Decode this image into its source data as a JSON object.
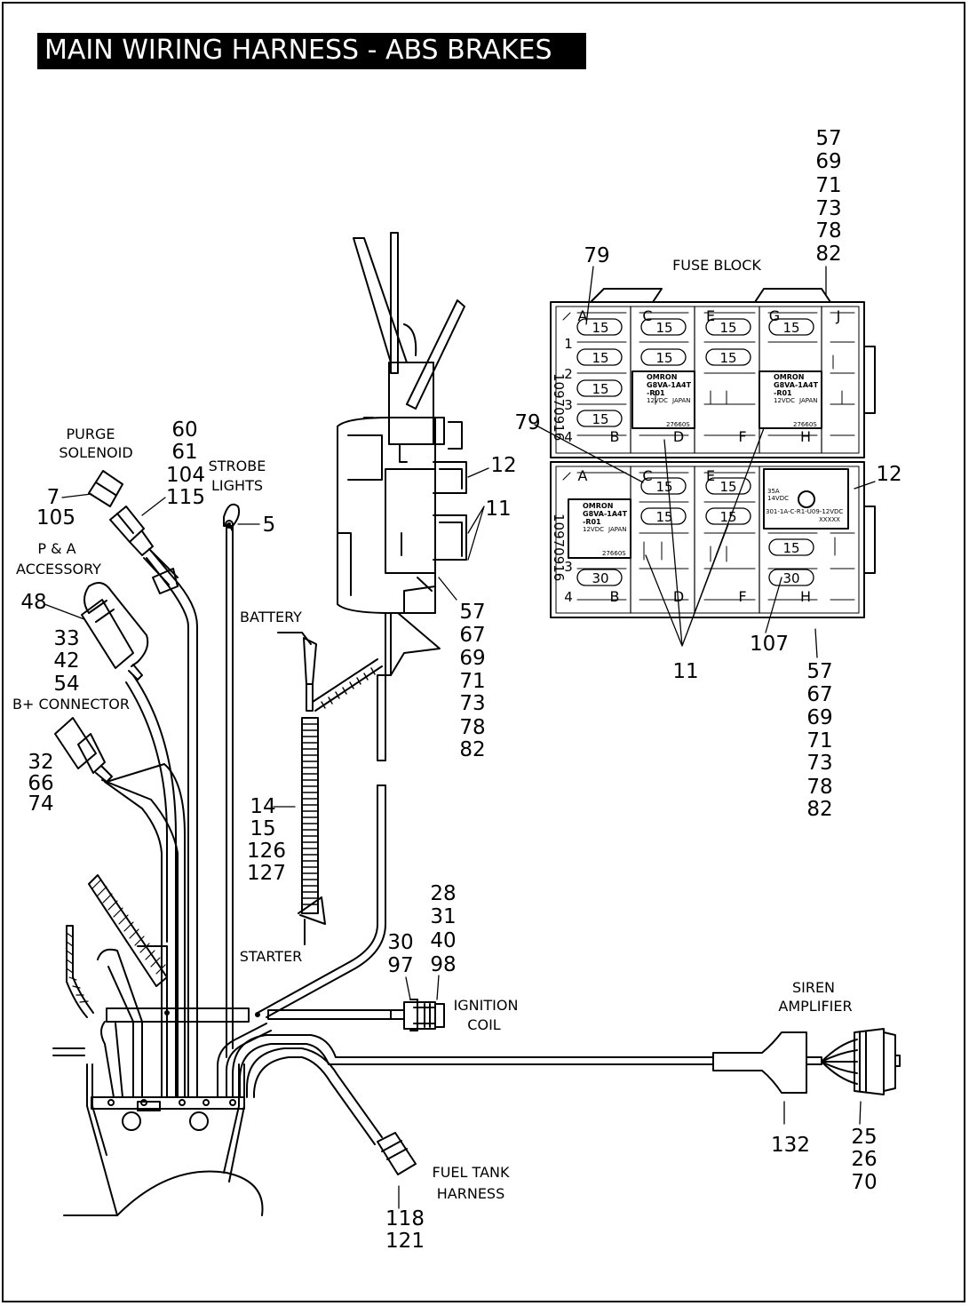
{
  "title": "MAIN WIRING HARNESS - ABS BRAKES",
  "captions": {
    "purge_solenoid": [
      "PURGE",
      "SOLENOID"
    ],
    "strobe_lights": [
      "STROBE",
      "LIGHTS"
    ],
    "pa_accessory": [
      "P & A",
      "ACCESSORY"
    ],
    "b_plus_connector": "B+ CONNECTOR",
    "battery": "BATTERY",
    "starter": "STARTER",
    "ignition_coil": [
      "IGNITION",
      "COIL"
    ],
    "siren_amplifier": [
      "SIREN",
      "AMPLIFIER"
    ],
    "fuel_tank_harness": [
      "FUEL TANK",
      "HARNESS"
    ],
    "fuse_block": "FUSE BLOCK"
  },
  "callouts": {
    "purge_solenoid_part": [
      "7",
      "105"
    ],
    "purge_connector": [
      "60",
      "61",
      "104",
      "115"
    ],
    "strobe_clip": [
      "5"
    ],
    "pa_accessory_part": [
      "48"
    ],
    "pa_connector": [
      "33",
      "42",
      "54"
    ],
    "b_plus_part": [
      "32",
      "66",
      "74"
    ],
    "battery_cable": [
      "14",
      "15",
      "126",
      "127"
    ],
    "ignition_left": [
      "30",
      "97"
    ],
    "ignition_right": [
      "28",
      "31",
      "40",
      "98"
    ],
    "siren_cable": [
      "132"
    ],
    "siren_connector": [
      "25",
      "26",
      "70"
    ],
    "fuel_tank": [
      "118",
      "121"
    ],
    "bracket_right_top": [
      "12"
    ],
    "bracket_right_relays": [
      "11"
    ],
    "bracket_bottom": [
      "57",
      "67",
      "69",
      "71",
      "73",
      "78",
      "82"
    ],
    "fuse_top_right": [
      "57",
      "69",
      "71",
      "73",
      "78",
      "82"
    ],
    "fuse_top_left": [
      "79"
    ],
    "fuse_mid_left": [
      "79"
    ],
    "fuse_mid_right": [
      "12"
    ],
    "fuse_relays": [
      "11"
    ],
    "fuse_bottom_fuse": [
      "107"
    ],
    "fuse_bottom_right": [
      "57",
      "67",
      "69",
      "71",
      "73",
      "78",
      "82"
    ]
  },
  "fuse_block": {
    "upper_columns": [
      "A",
      "C",
      "E",
      "G",
      "J"
    ],
    "upper_bottom_columns": [
      "B",
      "D",
      "F",
      "H"
    ],
    "upper_rows": [
      "1",
      "2",
      "3",
      "4"
    ],
    "upper_side_text": "10970916",
    "lower_columns": [
      "A",
      "C",
      "E"
    ],
    "lower_bottom_columns": [
      "B",
      "D",
      "F",
      "H"
    ],
    "lower_rows": [
      "3",
      "4"
    ],
    "lower_side_text": "10970916",
    "fuse_labels": {
      "upper": [
        "15",
        "15",
        "15",
        "15",
        "15",
        "15",
        "15",
        "15",
        "15"
      ],
      "lower": [
        "15",
        "15",
        "15",
        "15",
        "15",
        "30",
        "30"
      ]
    },
    "relays": [
      {
        "brand": "OMRON",
        "model": "G8VA-1A4T",
        "rev": "-R01",
        "spec": "12VDC",
        "origin": "JAPAN",
        "code": "27660S"
      },
      {
        "brand": "OMRON",
        "model": "G8VA-1A4T",
        "rev": "-R01",
        "spec": "12VDC",
        "origin": "JAPAN",
        "code": "27660S"
      },
      {
        "brand": "OMRON",
        "model": "G8VA-1A4T",
        "rev": "-R01",
        "spec": "12VDC",
        "origin": "JAPAN",
        "code": "27660S"
      }
    ],
    "big_relay": {
      "rating": "35A",
      "voltage": "14VDC",
      "part": "301-1A-C-R1-U09-12VDC",
      "code": "XXXXX"
    }
  }
}
